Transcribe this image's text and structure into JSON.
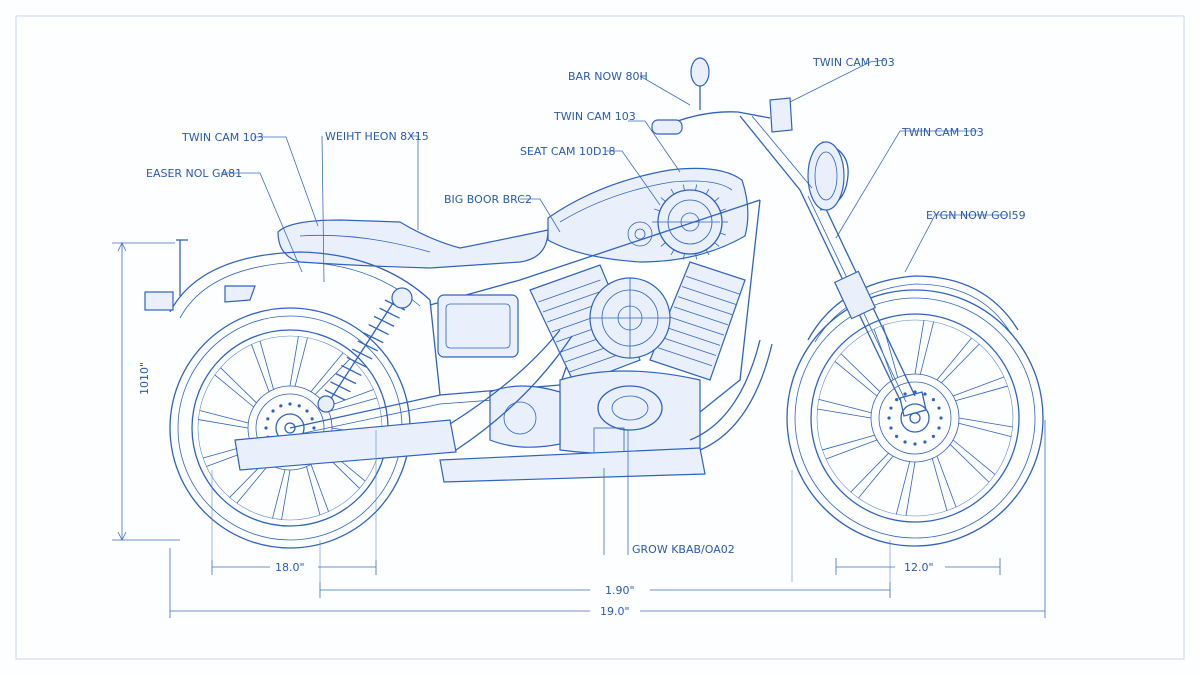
{
  "callouts": [
    {
      "id": "bar",
      "text": "BAR NOW 80H"
    },
    {
      "id": "tc-top-right",
      "text": "TWIN CAM 103"
    },
    {
      "id": "tc-tank",
      "text": "TWIN CAM 103"
    },
    {
      "id": "tc-left",
      "text": "TWIN CAM 103"
    },
    {
      "id": "tc-right",
      "text": "TWIN CAM 103"
    },
    {
      "id": "weight",
      "text": "WEIHT HEON 8X15"
    },
    {
      "id": "seat",
      "text": "SEAT CAM 10D18"
    },
    {
      "id": "easter",
      "text": "EASER NOL GA81"
    },
    {
      "id": "big-bore",
      "text": "BIG BOOR BRC2"
    },
    {
      "id": "eygn",
      "text": "EYGN NOW GOI59"
    },
    {
      "id": "grow",
      "text": "GROW KBAB/OA02"
    }
  ],
  "dimensions": {
    "height": "1010\"",
    "rear_wheel": "18.0\"",
    "wheelbase": "1.90\"",
    "front_wheel": "12.0\"",
    "overall_length": "19.0\""
  },
  "colors": {
    "line": "#2f63c2",
    "fill": "#e9f0fb",
    "paper": "#fdfeff"
  }
}
